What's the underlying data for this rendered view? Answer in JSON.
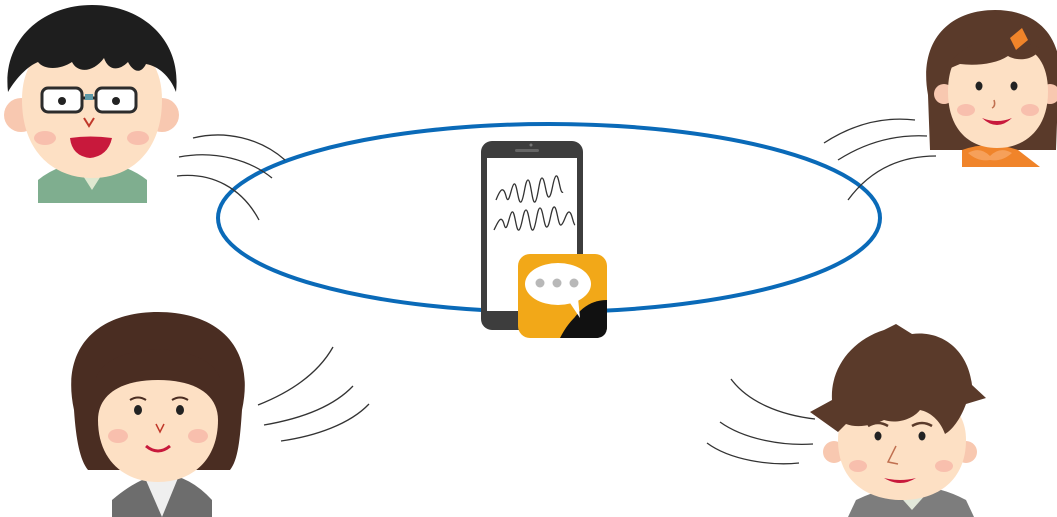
{
  "scene": {
    "background_color": "#ffffff",
    "ring_color": "#0a6ab8",
    "wave_line_color": "#333333",
    "app_icon_color": "#f2a818",
    "participants": [
      {
        "id": "man-glasses",
        "hair": "#1e1e1e",
        "skin": "#fde0c4",
        "shirt": "#7fae8f",
        "accessory": "glasses-icon"
      },
      {
        "id": "girl-orange",
        "hair": "#5a3a2a",
        "skin": "#fde0c4",
        "shirt": "#f0842a",
        "accessory": "hairclip-icon"
      },
      {
        "id": "woman-bob",
        "hair": "#4a2d22",
        "skin": "#fde0c4",
        "shirt": "#6d6d6d",
        "accessory": "none"
      },
      {
        "id": "boy-spiky",
        "hair": "#5a3a2a",
        "skin": "#fde0c4",
        "shirt": "#7d7d7d",
        "accessory": "none"
      }
    ],
    "device": {
      "icon": "smartphone-icon",
      "screen": "audio-waveform-icon",
      "badge": "chat-app-icon"
    }
  }
}
